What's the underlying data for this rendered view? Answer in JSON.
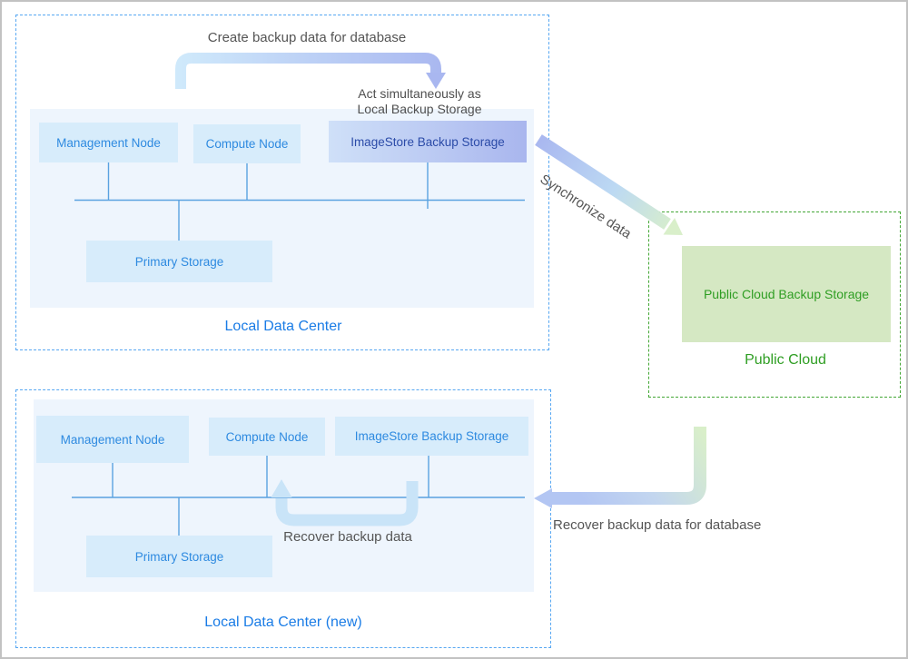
{
  "top_datacenter": {
    "label": "Local Data Center",
    "management_node": "Management Node",
    "compute_node": "Compute Node",
    "imagestore": "ImageStore Backup Storage",
    "primary_storage": "Primary Storage",
    "create_backup_annotation": "Create backup data for database",
    "act_line1": "Act simultaneously as",
    "act_line2": "Local Backup Storage"
  },
  "bottom_datacenter": {
    "label": "Local Data Center (new)",
    "management_node": "Management Node",
    "compute_node": "Compute Node",
    "imagestore": "ImageStore Backup Storage",
    "primary_storage": "Primary Storage",
    "recover_annotation": "Recover backup data"
  },
  "public_cloud": {
    "label": "Public Cloud",
    "storage": "Public Cloud Backup Storage"
  },
  "arrows": {
    "synchronize": "Synchronize data",
    "recover_for_database": "Recover backup data for database"
  },
  "colors": {
    "node_fill": "#d7ecfb",
    "node_text": "#2e8ae0",
    "container_fill": "#eef5fd",
    "datacenter_border": "#57a7f2",
    "datacenter_label": "#1a7ce6",
    "imagestore_gradient_start": "#cfe0f8",
    "imagestore_gradient_end": "#a9b6ee",
    "imagestore_text": "#2b4ba8",
    "cloud_border": "#43a735",
    "cloud_fill": "#d5e8c3",
    "cloud_text": "#2f9e23",
    "bus_line": "#5aa2e0",
    "annotation_text": "#555555",
    "arrow_periwinkle": "#a9b7f0",
    "arrow_lightblue": "#c9e4f8",
    "arrow_lightgreen": "#d9efca"
  }
}
